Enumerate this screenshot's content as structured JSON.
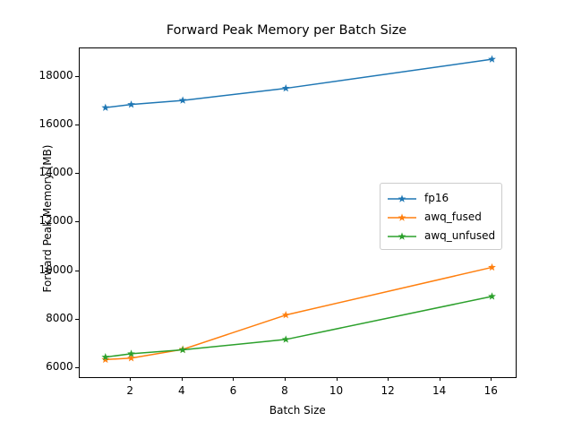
{
  "chart_data": {
    "type": "line",
    "title": "Forward Peak Memory per Batch Size",
    "xlabel": "Batch Size",
    "ylabel": "Forward Peak Memory (MB)",
    "x": [
      1,
      2,
      4,
      8,
      16
    ],
    "xlim": [
      0,
      17
    ],
    "ylim": [
      5550,
      19200
    ],
    "xticks": [
      2,
      4,
      6,
      8,
      10,
      12,
      14,
      16
    ],
    "xtick_labels": [
      "2",
      "4",
      "6",
      "8",
      "10",
      "12",
      "14",
      "16"
    ],
    "yticks": [
      6000,
      8000,
      10000,
      12000,
      14000,
      16000,
      18000
    ],
    "ytick_labels": [
      "6000",
      "8000",
      "10000",
      "12000",
      "14000",
      "16000",
      "18000"
    ],
    "grid": false,
    "legend_position": "center right",
    "marker": "star",
    "series": [
      {
        "name": "fp16",
        "color": "#1f77b4",
        "values": [
          16750,
          16880,
          17050,
          17550,
          18750
        ]
      },
      {
        "name": "awq_fused",
        "color": "#ff7f0e",
        "values": [
          6340,
          6400,
          6760,
          8180,
          10150
        ]
      },
      {
        "name": "awq_unfused",
        "color": "#2ca02c",
        "values": [
          6440,
          6580,
          6740,
          7170,
          8950
        ]
      }
    ]
  },
  "legend": {
    "entries": [
      "fp16",
      "awq_fused",
      "awq_unfused"
    ]
  }
}
